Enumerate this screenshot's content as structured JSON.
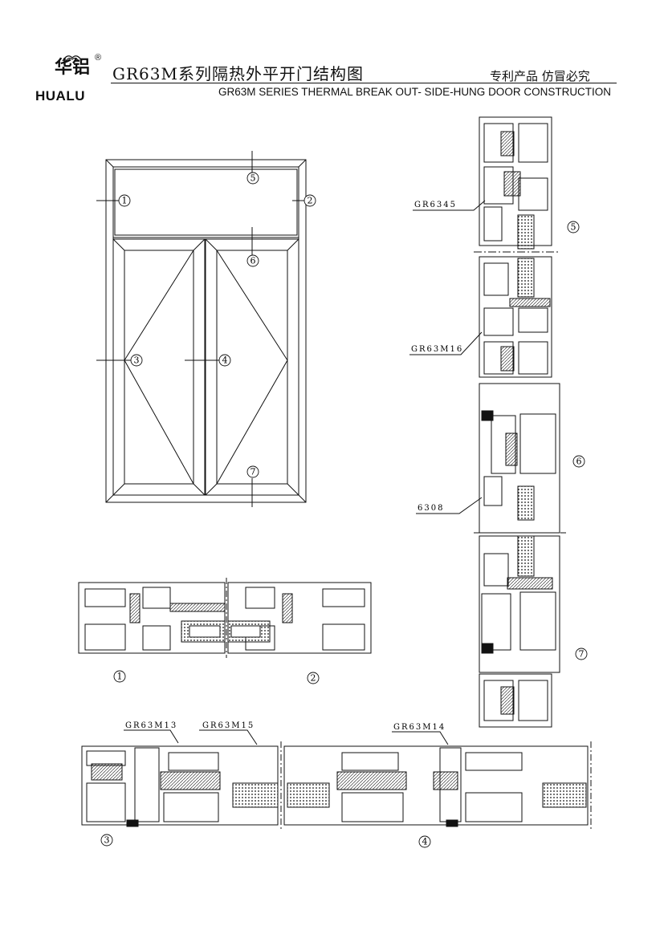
{
  "header": {
    "logo_cn": "华铝",
    "logo_en": "HUALU",
    "logo_reg": "®",
    "title_cn": "GR63M系列隔热外平开门结构图",
    "title_en": "GR63M SERIES THERMAL BREAK OUT- SIDE-HUNG DOOR CONSTRUCTION",
    "patent": "专利产品  仿冒必究"
  },
  "elevation": {
    "callouts": [
      "1",
      "2",
      "3",
      "4",
      "5",
      "6",
      "7"
    ]
  },
  "vertical_section": {
    "profile_labels": [
      "GR6345",
      "GR63M16",
      "6308"
    ],
    "callouts": [
      "5",
      "6",
      "7"
    ]
  },
  "horizontal_section_top": {
    "callouts": [
      "1",
      "2"
    ]
  },
  "horizontal_section_bottom": {
    "profile_labels": [
      "GR63M13",
      "GR63M15",
      "GR63M14"
    ],
    "callouts": [
      "3",
      "4"
    ]
  }
}
